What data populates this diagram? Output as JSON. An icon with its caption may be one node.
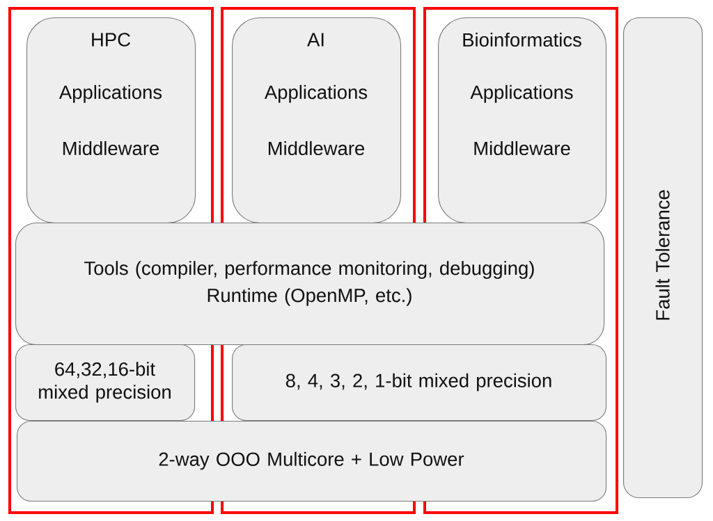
{
  "diagram": {
    "nodes": [
      {
        "text": [],
        "shape": "box"
      },
      {
        "text": [
          "HPC",
          "Applications",
          "Middleware"
        ],
        "in": 0
      },
      {
        "text": [],
        "shape": "box"
      },
      {
        "text": [
          "AI",
          "Applications",
          "Middleware"
        ],
        "in": 2
      },
      {
        "text": [],
        "shape": "box"
      },
      {
        "text": [
          "Bioinformatics",
          "Applications",
          "Middleware"
        ],
        "in": 4
      },
      {
        "text": [
          "Fault Tolerance"
        ]
      },
      {
        "text": [
          "Tools (compiler, performance monitoring, debugging)",
          "Runtime (OpenMP, etc.)"
        ]
      },
      {
        "text": [
          "64,32,16-bit mixed precision"
        ],
        "in": 0
      },
      {
        "text": [
          "8, 4, 3, 2, 1-bit mixed precision"
        ]
      },
      {
        "text": [
          "2-way OOO Multicore + Low Power"
        ]
      }
    ]
  }
}
